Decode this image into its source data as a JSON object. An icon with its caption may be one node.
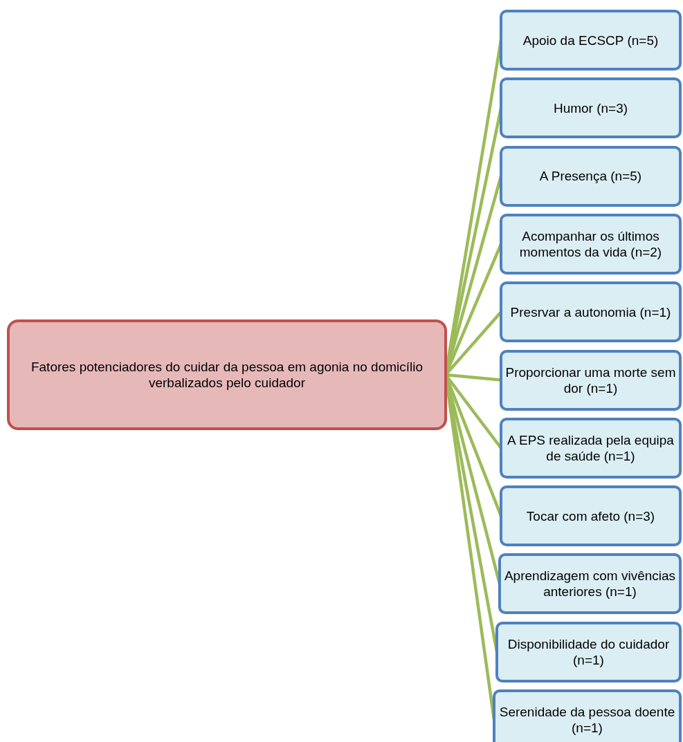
{
  "diagram": {
    "nodes": [
      {
        "text": [
          "Fatores potenciadores do cuidar da pessoa em agonia no domicílio verbalizados pelo cuidador"
        ]
      },
      {
        "text": [
          "Apoio da ECSCP (n=5)"
        ]
      },
      {
        "text": [
          "Humor (n=3)"
        ]
      },
      {
        "text": [
          "A Presença (n=5)"
        ]
      },
      {
        "text": [
          "Acompanhar os últimos momentos da vida (n=2)"
        ]
      },
      {
        "text": [
          "Presrvar a autonomia (n=1)"
        ]
      },
      {
        "text": [
          "Proporcionar uma morte sem dor (n=1)"
        ]
      },
      {
        "text": [
          "A EPS realizada pela equipa de saúde (n=1)"
        ]
      },
      {
        "text": [
          "Tocar com afeto (n=3)"
        ]
      },
      {
        "text": [
          "Aprendizagem com vivências anteriores (n=1)"
        ]
      },
      {
        "text": [
          "Disponibilidade do cuidador (n=1)"
        ]
      },
      {
        "text": [
          "Serenidade da pessoa doente (n=1)"
        ]
      }
    ],
    "edges": [
      {
        "from": 0,
        "to": 1,
        "arrow": "none"
      },
      {
        "from": 0,
        "to": 2,
        "arrow": "none"
      },
      {
        "from": 0,
        "to": 3,
        "arrow": "none"
      },
      {
        "from": 0,
        "to": 4,
        "arrow": "none"
      },
      {
        "from": 0,
        "to": 5,
        "arrow": "none"
      },
      {
        "from": 0,
        "to": 6,
        "arrow": "none"
      },
      {
        "from": 0,
        "to": 7,
        "arrow": "none"
      },
      {
        "from": 0,
        "to": 8,
        "arrow": "none"
      },
      {
        "from": 0,
        "to": 9,
        "arrow": "none"
      },
      {
        "from": 0,
        "to": 10,
        "arrow": "none"
      },
      {
        "from": 0,
        "to": 11,
        "arrow": "none"
      }
    ]
  }
}
